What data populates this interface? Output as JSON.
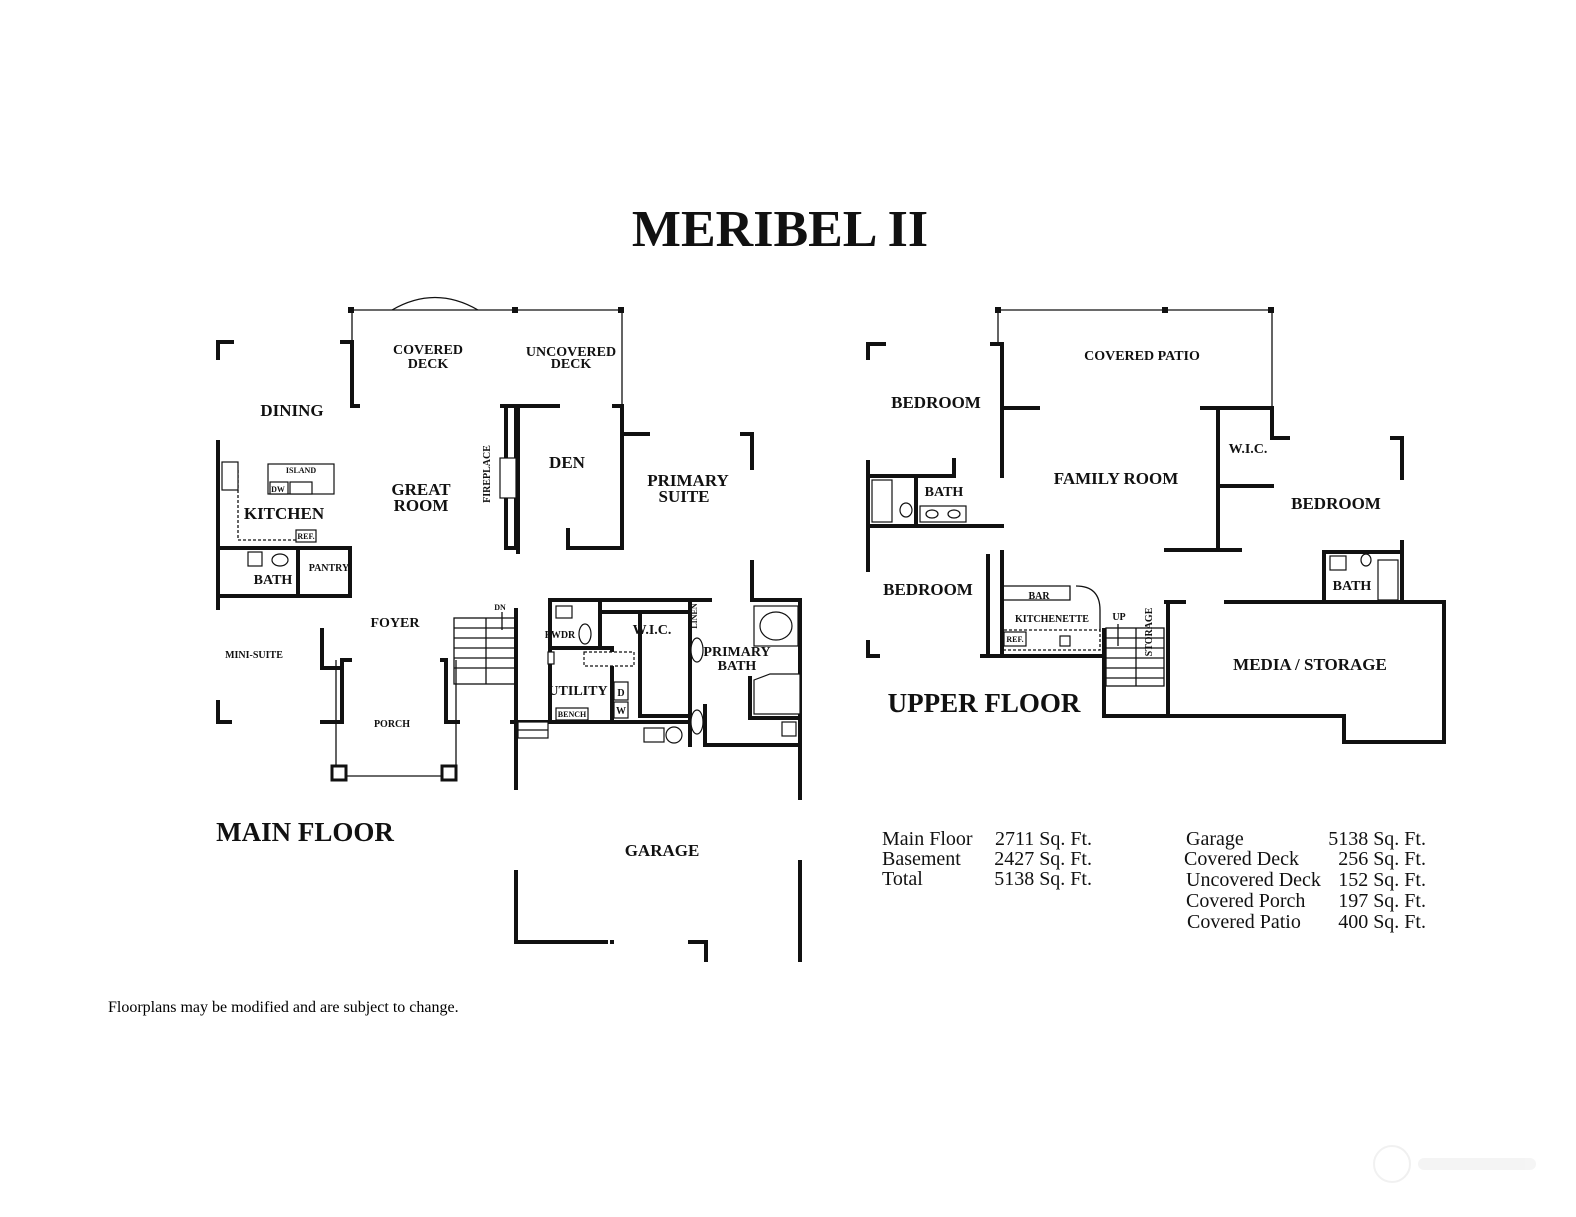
{
  "title": "MERIBEL II",
  "floors": {
    "main": "MAIN FLOOR",
    "upper": "UPPER FLOOR"
  },
  "main_rooms": {
    "covered_deck": [
      "COVERED",
      "DECK"
    ],
    "uncovered_deck": [
      "UNCOVERED",
      "DECK"
    ],
    "dining": "DINING",
    "island": "ISLAND",
    "dw": "DW",
    "kitchen": "KITCHEN",
    "ref": "REF.",
    "great_room": [
      "GREAT",
      "ROOM"
    ],
    "fireplace": "FIREPLACE",
    "den": "DEN",
    "primary_suite": [
      "PRIMARY",
      "SUITE"
    ],
    "bath": "BATH",
    "pantry": "PANTRY",
    "foyer": "FOYER",
    "dn": "DN",
    "mini_suite": "MINI-SUITE",
    "porch": "PORCH",
    "pwdr": "PWDR",
    "wic": "W.I.C.",
    "linen": "LINEN",
    "primary_bath": [
      "PRIMARY",
      "BATH"
    ],
    "utility": "UTILITY",
    "dryer": "D",
    "washer": "W",
    "bench": "BENCH",
    "garage": "GARAGE"
  },
  "upper_rooms": {
    "covered_patio": "COVERED PATIO",
    "bedroom_1": "BEDROOM",
    "bath_1": "BATH",
    "family_room": "FAMILY ROOM",
    "wic": "W.I.C.",
    "bedroom_2": "BEDROOM",
    "bath_2": "BATH",
    "bedroom_3": "BEDROOM",
    "bar": "BAR",
    "kitchenette": "KITCHENETTE",
    "ref": "REF.",
    "up": "UP",
    "storage": "STORAGE",
    "media_storage": "MEDIA / STORAGE"
  },
  "area_stats_left": [
    {
      "label": "Main Floor",
      "value": "2711 Sq. Ft."
    },
    {
      "label": "Basement",
      "value": "2427 Sq. Ft."
    },
    {
      "label": "Total",
      "value": "5138 Sq. Ft."
    }
  ],
  "area_stats_right": [
    {
      "label": "Garage",
      "value": "5138 Sq. Ft."
    },
    {
      "label": "Covered Deck",
      "value": "256 Sq. Ft."
    },
    {
      "label": "Uncovered Deck",
      "value": "152 Sq. Ft."
    },
    {
      "label": "Covered Porch",
      "value": "197 Sq. Ft."
    },
    {
      "label": "Covered Patio",
      "value": "400 Sq. Ft."
    }
  ],
  "disclaimer": "Floorplans may be modified and are subject to change."
}
